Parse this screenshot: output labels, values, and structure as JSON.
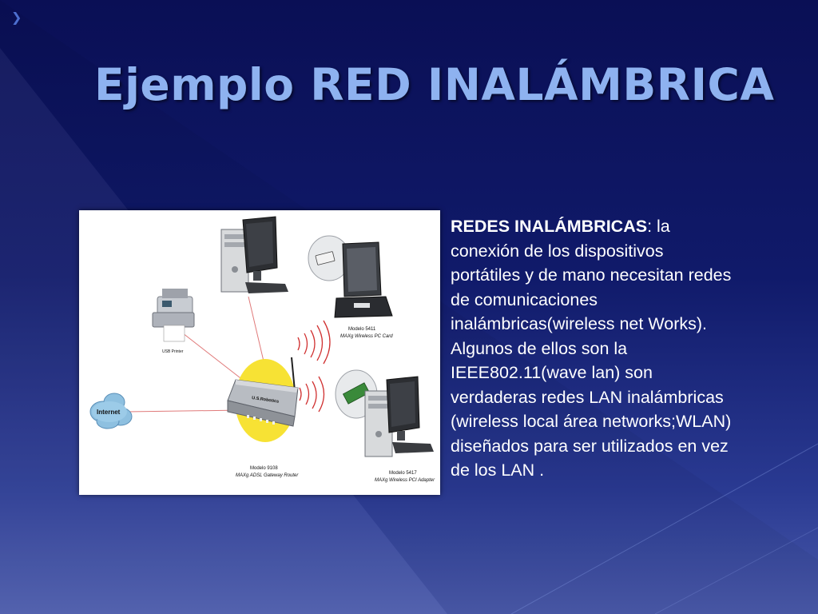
{
  "slide": {
    "title": "Ejemplo RED INALÁMBRICA",
    "colors": {
      "title": "#8eb2f0",
      "background_top": "#0a0f55",
      "background_bottom": "#4a5aaa",
      "accent": "#4d6fd0"
    }
  },
  "nav_icon": "chevron-right-icon",
  "diagram": {
    "internet_label": "Internet",
    "printer_label": "USB Printer",
    "router_brand": "U.S.Robotics",
    "router_model": "Modelo 9108",
    "router_desc": "MAXg ADSL Gateway Router",
    "laptop_model": "Modelo 5411",
    "laptop_desc": "MAXg Wireless PC Card",
    "desktop_model": "Modelo 5417",
    "desktop_desc": "MAXg Wireless PCI Adapter"
  },
  "content": {
    "term": "REDES INALÁMBRICAS",
    "text": ": la conexión de los dispositivos portátiles y de mano necesitan redes de comunicaciones inalámbricas(wireless net Works). Algunos de ellos son la IEEE802.11(wave lan) son verdaderas redes LAN inalámbricas (wireless local área  networks;WLAN) diseñados para ser utilizados en vez de los LAN ."
  }
}
